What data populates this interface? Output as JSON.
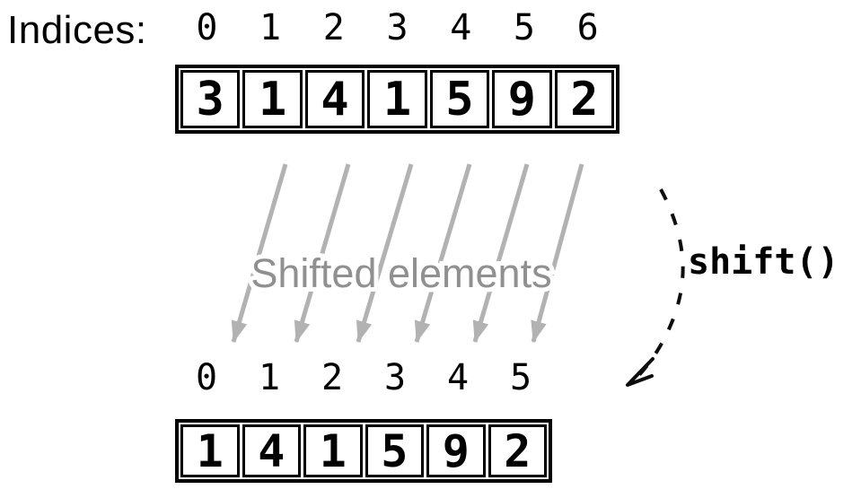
{
  "diagram": {
    "indices_label": "Indices:",
    "top_array": {
      "indices": [
        "0",
        "1",
        "2",
        "3",
        "4",
        "5",
        "6"
      ],
      "values": [
        "3",
        "1",
        "4",
        "1",
        "5",
        "9",
        "2"
      ]
    },
    "bottom_array": {
      "indices": [
        "0",
        "1",
        "2",
        "3",
        "4",
        "5"
      ],
      "values": [
        "1",
        "4",
        "1",
        "5",
        "9",
        "2"
      ]
    },
    "shifted_elements_label": "Shifted elements",
    "shift_call_label": "shift()",
    "shifted_arrow_count": 6,
    "colors": {
      "ink": "#000000",
      "arrow_gray": "#b2b2b2",
      "shifted_text_gray": "#909090"
    }
  }
}
